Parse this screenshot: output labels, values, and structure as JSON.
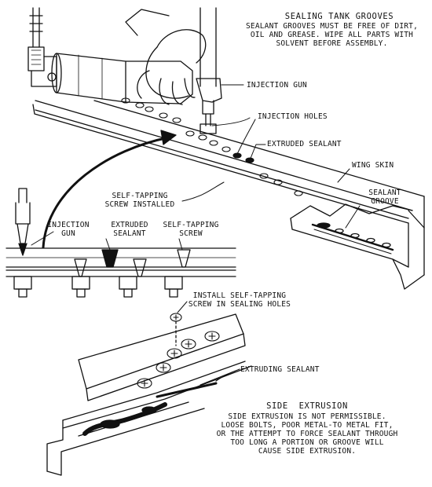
{
  "labels": {
    "sealing_tank_title": "SEALING TANK GROOVES",
    "sealing_tank_l1": "SEALANT GROOVES MUST BE FREE OF DIRT,",
    "sealing_tank_l2": "OIL AND GREASE. WIPE ALL PARTS WITH",
    "sealing_tank_l3": "SOLVENT BEFORE ASSEMBLY.",
    "injection_gun_top": "INJECTION GUN",
    "injection_holes": "INJECTION HOLES",
    "extruded_sealant_top": "EXTRUDED SEALANT",
    "wing_skin": "WING SKIN",
    "sealant_groove_l1": "SEALANT",
    "sealant_groove_l2": "GROOVE",
    "self_tapping_installed_l1": "SELF-TAPPING",
    "self_tapping_installed_l2": "SCREW INSTALLED",
    "injection_gun_sec_l1": "INJECTION",
    "injection_gun_sec_l2": "GUN",
    "extruded_sealant_sec_l1": "EXTRUDED",
    "extruded_sealant_sec_l2": "SEALANT",
    "self_tapping_sec_l1": "SELF-TAPPING",
    "self_tapping_sec_l2": "SCREW",
    "install_screw_l1": "INSTALL SELF-TAPPING",
    "install_screw_l2": "SCREW IN SEALING HOLES",
    "extruding_sealant": "EXTRUDING SEALANT",
    "side_extrusion_title": "SIDE  EXTRUSION",
    "side_extrusion_l1": "SIDE EXTRUSION IS NOT PERMISSIBLE.",
    "side_extrusion_l2": "LOOSE BOLTS, POOR METAL-TO METAL FIT,",
    "side_extrusion_l3": "OR THE ATTEMPT TO FORCE SEALANT THROUGH",
    "side_extrusion_l4": "TOO LONG A PORTION OR GROOVE WILL",
    "side_extrusion_l5": "CAUSE SIDE EXTRUSION."
  },
  "colors": {
    "ink": "#111111",
    "sealant": "#111111",
    "paper": "#ffffff"
  }
}
